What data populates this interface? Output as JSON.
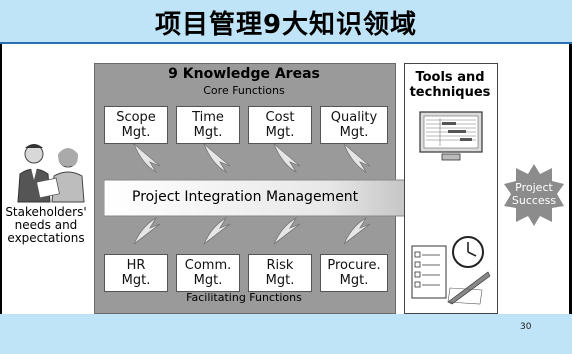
{
  "slide": {
    "title": "项目管理9大知识领域",
    "page_number": "30"
  },
  "knowledge_areas": {
    "title": "9 Knowledge Areas",
    "core_label": "Core Functions",
    "facilitating_label": "Facilitating Functions",
    "core": [
      {
        "label": "Scope\nMgt."
      },
      {
        "label": "Time\nMgt."
      },
      {
        "label": "Cost\nMgt."
      },
      {
        "label": "Quality\nMgt."
      }
    ],
    "facilitating": [
      {
        "label": "HR\nMgt."
      },
      {
        "label": "Comm.\nMgt."
      },
      {
        "label": "Risk\nMgt."
      },
      {
        "label": "Procure.\nMgt."
      }
    ],
    "integration": "Project Integration Management"
  },
  "tools": {
    "title": "Tools and\ntechniques"
  },
  "outcome": {
    "label": "Project\nSuccess"
  },
  "stakeholders": {
    "label": "Stakeholders'\nneeds and\nexpectations"
  },
  "colors": {
    "title_band": "#bfe3f7",
    "panel_gray": "#9a9a9a",
    "arrow_light": "#d9d9d9",
    "success_gray": "#8c8c8c"
  }
}
